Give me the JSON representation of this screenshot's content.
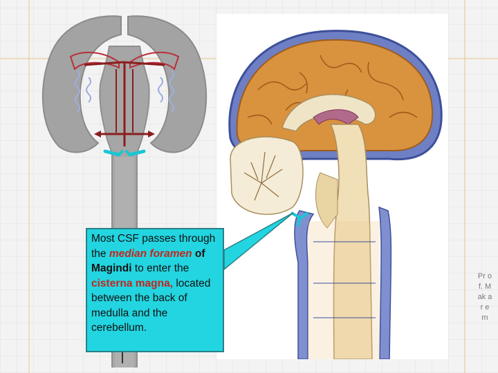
{
  "slide": {
    "background": "#f3f3f3",
    "accent_line_color": "#e9c78a"
  },
  "callout": {
    "part1": "Most CSF passes through the ",
    "term1": "median foramen",
    "part2": "of Magindi",
    "part3": " to enter the ",
    "term2": "cisterna magna,",
    "part4": " located between the back of medulla and the cerebellum."
  },
  "side_credit": "Pr of. M ak ar e m",
  "colors": {
    "callout_fill": "#22d5e0",
    "highlight_text": "#c3261f",
    "cortex": "#d9923e",
    "ventricle_blue": "#5b6fb8",
    "cerebellum": "#f4ecd6"
  }
}
